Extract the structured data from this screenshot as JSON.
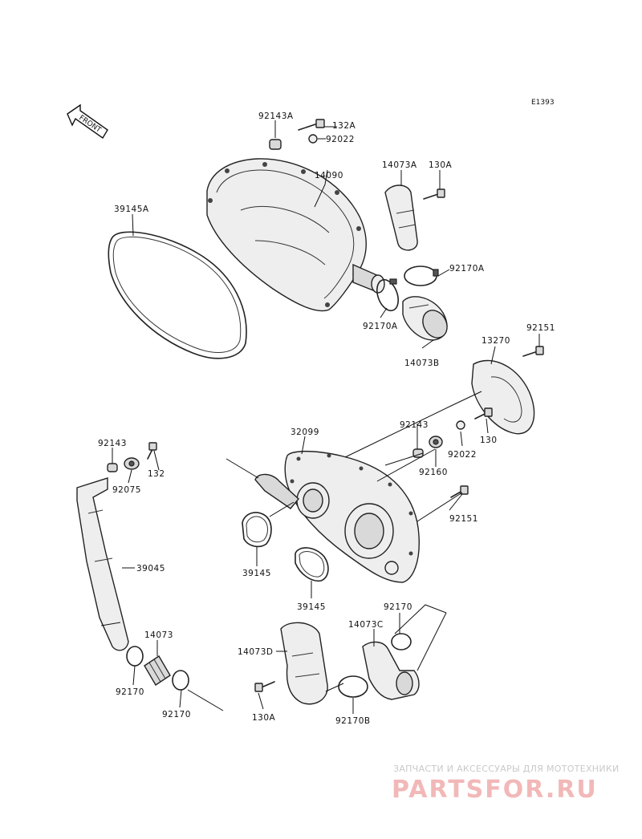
{
  "diagram_code": "E1393",
  "front_arrow_text": "FRONT",
  "labels": {
    "l_92143A": "92143A",
    "l_132A": "132A",
    "l_92022_top": "92022",
    "l_14090": "14090",
    "l_14073A": "14073A",
    "l_130A_top": "130A",
    "l_39145A": "39145A",
    "l_92170A_r": "92170A",
    "l_92170A_l": "92170A",
    "l_14073B": "14073B",
    "l_92151_top": "92151",
    "l_13270": "13270",
    "l_92143_mid": "92143",
    "l_32099": "32099",
    "l_130": "130",
    "l_92022_mid": "92022",
    "l_92160": "92160",
    "l_92143_left": "92143",
    "l_132": "132",
    "l_92075": "92075",
    "l_92151_mid": "92151",
    "l_39045": "39045",
    "l_39145_a": "39145",
    "l_39145_b": "39145",
    "l_92170_r": "92170",
    "l_14073C": "14073C",
    "l_14073": "14073",
    "l_14073D": "14073D",
    "l_92170_l1": "92170",
    "l_92170_l2": "92170",
    "l_130A_bot": "130A",
    "l_92170B": "92170B"
  },
  "watermark": {
    "tagline": "ЗАПЧАСТИ И АКСЕССУАРЫ ДЛЯ МОТОТЕХНИКИ",
    "logo": "PARTSFOR.RU"
  }
}
